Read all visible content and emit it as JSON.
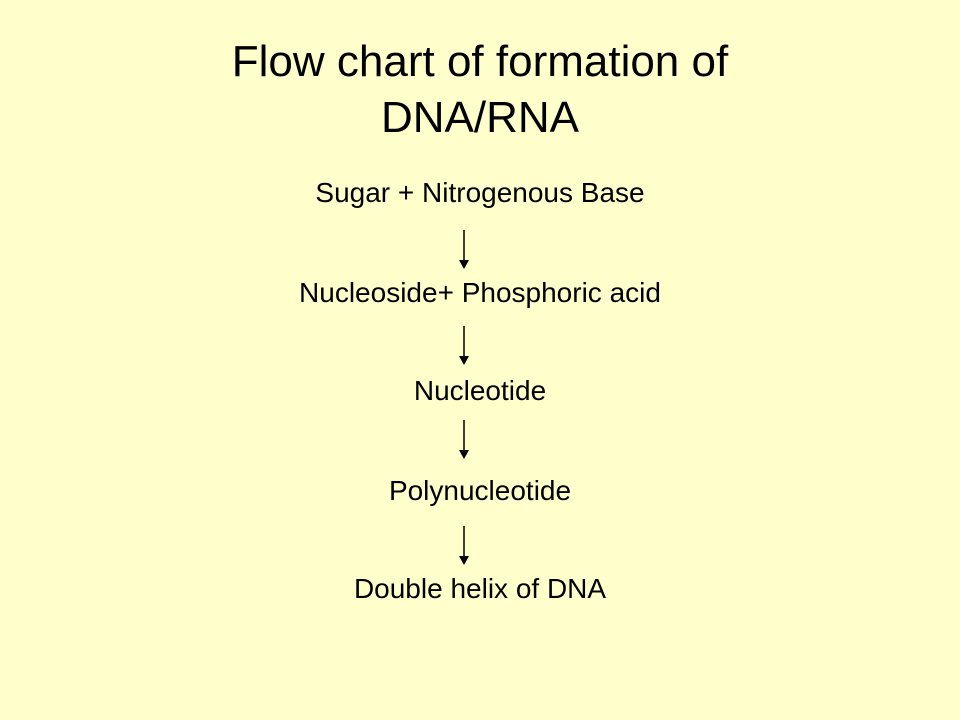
{
  "title": "Flow chart of formation of DNA/RNA",
  "steps": [
    "Sugar + Nitrogenous Base",
    "Nucleoside+ Phosphoric acid",
    "Nucleotide",
    "Polynucleotide",
    "Double helix of DNA"
  ],
  "colors": {
    "background": "#FFFFCC",
    "text": "#000000"
  }
}
